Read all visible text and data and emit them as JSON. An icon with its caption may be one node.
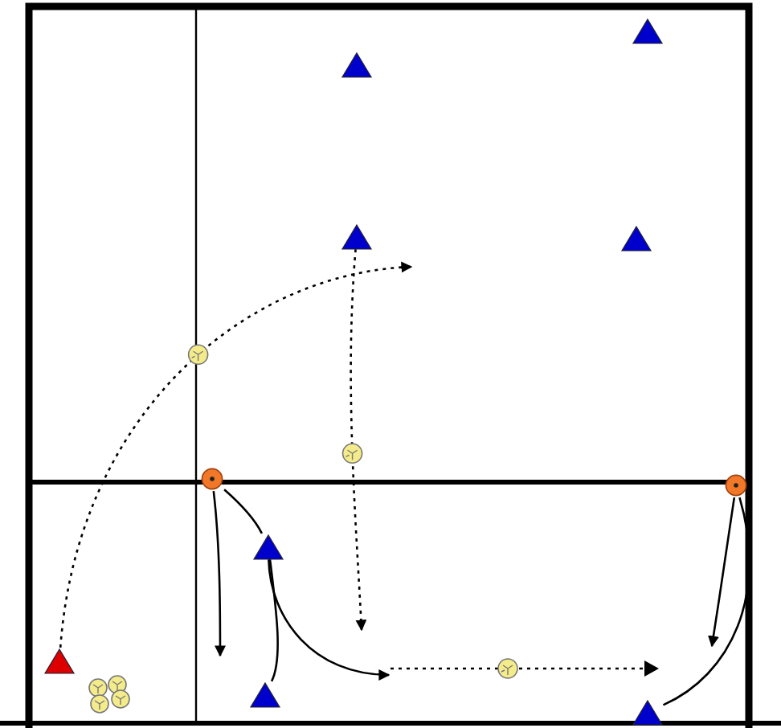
{
  "diagram": {
    "nodes": [
      {
        "text": [],
        "shape": "triangle"
      },
      {
        "text": [],
        "shape": "triangle"
      },
      {
        "text": [],
        "shape": "triangle"
      },
      {
        "text": [],
        "shape": "triangle"
      },
      {
        "text": [],
        "shape": "circle"
      },
      {
        "text": [],
        "shape": "circle"
      },
      {
        "text": [],
        "shape": "triangle"
      },
      {
        "text": [],
        "shape": "triangle"
      },
      {
        "text": [],
        "shape": "triangle"
      },
      {
        "text": [],
        "shape": "triangle"
      }
    ],
    "edges": [
      {
        "from": 7,
        "to": null,
        "arrow": "to",
        "style": "dashed"
      },
      {
        "from": 2,
        "to": null,
        "arrow": "to",
        "style": "dashed"
      },
      {
        "from": 4,
        "to": null,
        "arrow": "to"
      },
      {
        "from": 4,
        "to": 6,
        "arrow": "none"
      },
      {
        "from": 6,
        "to": null,
        "arrow": "to"
      },
      {
        "from": 8,
        "to": 6,
        "arrow": "none"
      },
      {
        "from": 5,
        "to": null,
        "arrow": "to"
      },
      {
        "from": 9,
        "to": 5,
        "arrow": "none"
      }
    ]
  }
}
